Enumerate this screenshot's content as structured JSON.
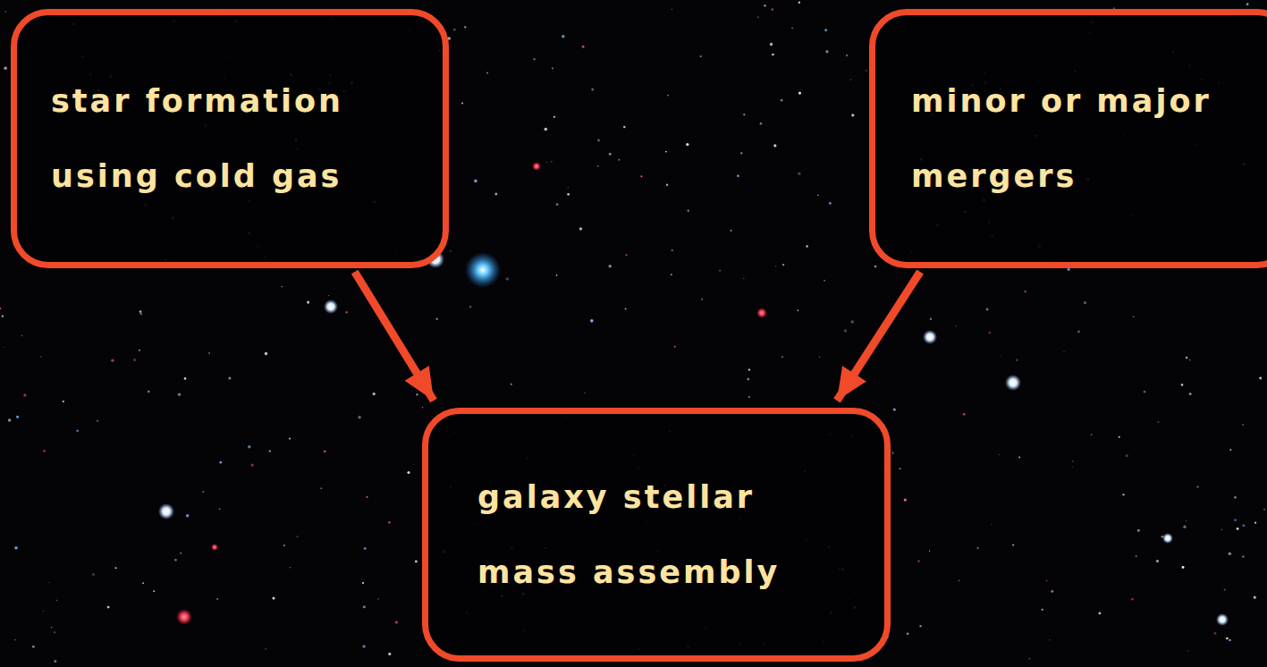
{
  "diagram": {
    "nodes": [
      {
        "text": [
          "star formation using cold gas"
        ]
      },
      {
        "text": [
          "minor or major mergers"
        ]
      },
      {
        "text": [
          "galaxy stellar mass assembly"
        ]
      }
    ],
    "edges": [
      {
        "from": 0,
        "to": 2,
        "arrow": "to"
      },
      {
        "from": 1,
        "to": 2,
        "arrow": "to"
      }
    ]
  }
}
